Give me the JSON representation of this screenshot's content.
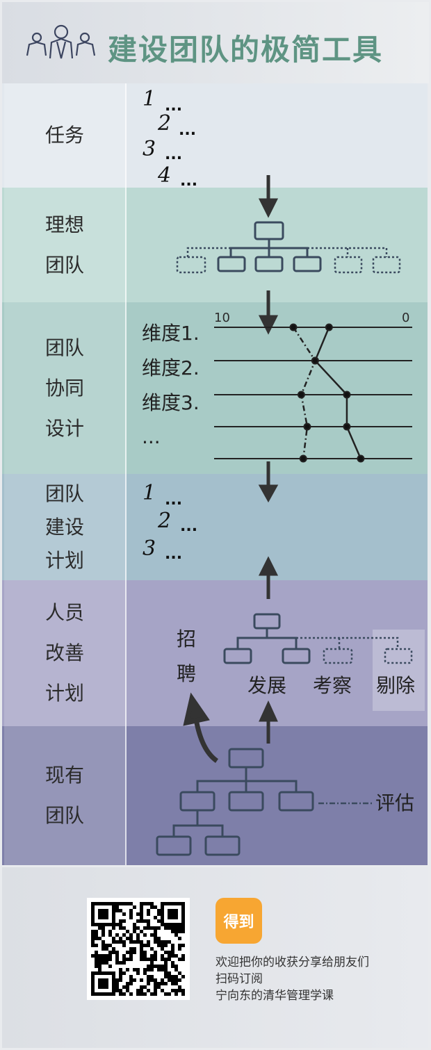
{
  "header": {
    "title": "建设团队的极简工具",
    "icon": "team-icon"
  },
  "rows": [
    {
      "label": [
        "任务"
      ],
      "items": [
        "1",
        "2",
        "3",
        "4"
      ],
      "ellipsis": "..."
    },
    {
      "label": [
        "理想",
        "团队"
      ]
    },
    {
      "label": [
        "团队",
        "协同",
        "设计"
      ],
      "dimensions": [
        "维度1.",
        "维度2.",
        "维度3.",
        "..."
      ],
      "scale_left": "10",
      "scale_right": "0",
      "profile_a": [
        6.0,
        4.9,
        5.6,
        5.3,
        5.5
      ],
      "profile_b": [
        4.2,
        4.9,
        3.3,
        3.3,
        2.6
      ]
    },
    {
      "label": [
        "团队",
        "建设",
        "计划"
      ],
      "items": [
        "1",
        "2",
        "3"
      ],
      "ellipsis": "..."
    },
    {
      "label": [
        "人员",
        "改善",
        "计划"
      ],
      "recruit": [
        "招",
        "聘"
      ],
      "develop": "发展",
      "inspect": "考察",
      "remove": "剔除"
    },
    {
      "label": [
        "现有",
        "团队"
      ],
      "evaluate": "评估"
    }
  ],
  "footer": {
    "logo": "得到",
    "lines": [
      "欢迎把你的收获分享给朋友们",
      "扫码订阅",
      "宁向东的清华管理学课"
    ]
  },
  "colors": {
    "title": "#5e9483",
    "row1": "#e2e8ee",
    "row2": "#bcd9d3",
    "row3": "#a8cbc6",
    "row4": "#a4bfcc",
    "row5": "#a6a4c6",
    "row6": "#7e7fa9",
    "box": "#334155",
    "logo": "#f7a632"
  }
}
